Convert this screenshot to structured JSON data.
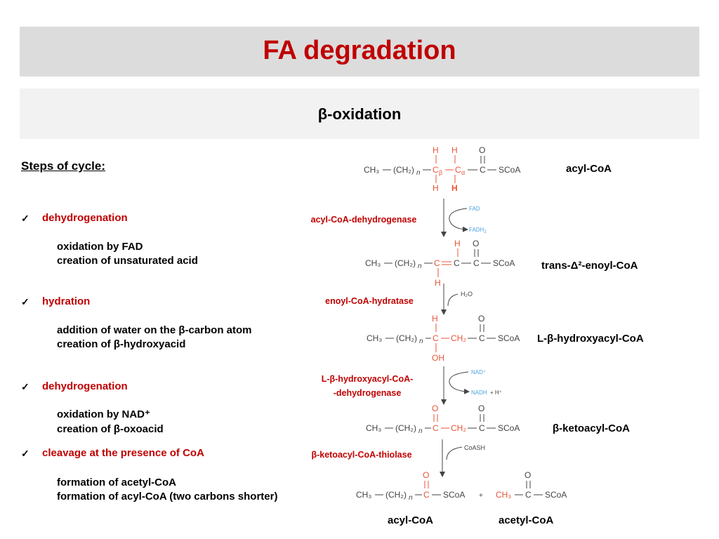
{
  "title": "FA degradation",
  "subtitle": "β-oxidation",
  "steps_heading": "Steps of cycle:",
  "check_mark": "✓",
  "steps": [
    {
      "name": "dehydrogenation",
      "lines": [
        "oxidation by FAD",
        "creation of unsaturated acid"
      ]
    },
    {
      "name": "hydration",
      "lines": [
        "addition of water on the β-carbon atom",
        "creation of β-hydroxyacid"
      ]
    },
    {
      "name": "dehydrogenation",
      "lines": [
        "oxidation by NAD⁺",
        "creation of β-oxoacid"
      ]
    },
    {
      "name": "cleavage at the presence of CoA",
      "lines": [
        "formation of acetyl-CoA",
        "formation of acyl-CoA  (two carbons shorter)"
      ]
    }
  ],
  "enzymes": [
    "acyl-CoA-dehydrogenase",
    "enoyl-CoA-hydratase",
    "L-β-hydroxyacyl-CoA-",
    "-dehydrogenase",
    "β-ketoacyl-CoA-thiolase"
  ],
  "compounds": {
    "acyl_coa": "acyl-CoA",
    "enoyl_coa": "trans-Δ²-enoyl-CoA",
    "hydroxyacyl_coa": "L-β-hydroxyacyl-CoA",
    "ketoacyl_coa": "β-ketoacyl-CoA",
    "product_acyl_coa": "acyl-CoA",
    "product_acetyl_coa": "acetyl-CoA"
  },
  "cofactors": {
    "fad": "FAD",
    "fadh2": "FADH",
    "fadh2_sub": "2",
    "h2o": "H₂O",
    "nad": "NAD⁺",
    "nadh": "NADH",
    "plus_h": "+  H⁺",
    "coash": "CoASH"
  },
  "formula": {
    "ch3": "CH₃",
    "ch2n": "(CH₂)",
    "n": "n",
    "c": "C",
    "h": "H",
    "o": "O",
    "oh": "OH",
    "ch2": "CH₂",
    "scoa": "SCoA",
    "beta": "β",
    "alpha": "α",
    "plus": "+"
  },
  "colors": {
    "title_red": "#c00000",
    "orange": "#e8553a",
    "blue_cofactor": "#4aa3df",
    "gray_band": "#dcdcdc",
    "light_band": "#f2f2f2",
    "structure_gray": "#444444"
  }
}
